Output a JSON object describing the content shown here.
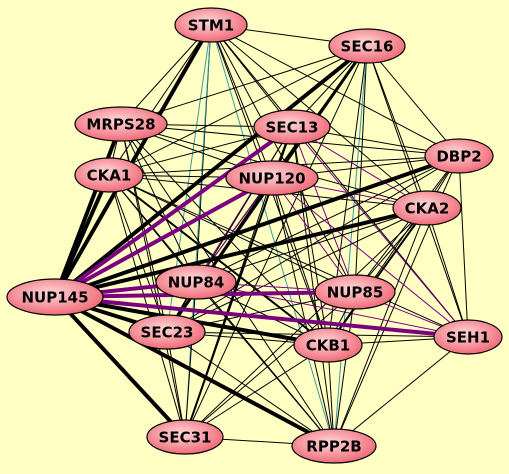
{
  "colors": {
    "background": "#ffffc4",
    "node_fill_light": "#ffd8d8",
    "node_fill_dark": "#f06a78",
    "node_stroke": "#000000",
    "edge_default": "#000000",
    "edge_purple": "#7a0080",
    "edge_teal": "#3a9aa0"
  },
  "nodes": [
    {
      "id": "STM1",
      "label": "STM1"
    },
    {
      "id": "SEC16",
      "label": "SEC16"
    },
    {
      "id": "MRPS28",
      "label": "MRPS28"
    },
    {
      "id": "SEC13",
      "label": "SEC13"
    },
    {
      "id": "DBP2",
      "label": "DBP2"
    },
    {
      "id": "CKA1",
      "label": "CKA1"
    },
    {
      "id": "NUP120",
      "label": "NUP120"
    },
    {
      "id": "CKA2",
      "label": "CKA2"
    },
    {
      "id": "NUP145",
      "label": "NUP145"
    },
    {
      "id": "NUP84",
      "label": "NUP84"
    },
    {
      "id": "NUP85",
      "label": "NUP85"
    },
    {
      "id": "SEC23",
      "label": "SEC23"
    },
    {
      "id": "CKB1",
      "label": "CKB1"
    },
    {
      "id": "SEH1",
      "label": "SEH1"
    },
    {
      "id": "SEC31",
      "label": "SEC31"
    },
    {
      "id": "RPP2B",
      "label": "RPP2B"
    }
  ],
  "edges": [
    [
      "NUP145",
      "STM1",
      "black",
      4
    ],
    [
      "NUP145",
      "SEC16",
      "black",
      4
    ],
    [
      "NUP145",
      "MRPS28",
      "black",
      4
    ],
    [
      "NUP145",
      "CKA1",
      "black",
      4
    ],
    [
      "NUP145",
      "SEC13",
      "purple",
      4
    ],
    [
      "NUP145",
      "NUP120",
      "purple",
      4
    ],
    [
      "NUP145",
      "NUP84",
      "purple",
      4
    ],
    [
      "NUP145",
      "NUP85",
      "purple",
      4
    ],
    [
      "NUP145",
      "SEH1",
      "purple",
      4
    ],
    [
      "NUP145",
      "DBP2",
      "black",
      4
    ],
    [
      "NUP145",
      "CKA2",
      "black",
      4
    ],
    [
      "NUP145",
      "SEC23",
      "black",
      4
    ],
    [
      "NUP145",
      "CKB1",
      "black",
      4
    ],
    [
      "NUP145",
      "SEC31",
      "black",
      4
    ],
    [
      "NUP145",
      "RPP2B",
      "black",
      4
    ],
    [
      "STM1",
      "SEC16",
      "black",
      1
    ],
    [
      "STM1",
      "MRPS28",
      "black",
      1
    ],
    [
      "STM1",
      "SEC13",
      "black",
      1
    ],
    [
      "STM1",
      "DBP2",
      "black",
      1
    ],
    [
      "STM1",
      "CKA1",
      "black",
      1
    ],
    [
      "STM1",
      "NUP120",
      "black",
      1
    ],
    [
      "STM1",
      "CKA2",
      "black",
      1
    ],
    [
      "STM1",
      "NUP84",
      "black",
      1
    ],
    [
      "STM1",
      "NUP85",
      "black",
      1
    ],
    [
      "STM1",
      "SEC23",
      "teal",
      1
    ],
    [
      "STM1",
      "CKB1",
      "black",
      1
    ],
    [
      "STM1",
      "SEH1",
      "black",
      1
    ],
    [
      "STM1",
      "SEC31",
      "teal",
      1
    ],
    [
      "STM1",
      "RPP2B",
      "teal",
      1
    ],
    [
      "SEC16",
      "MRPS28",
      "black",
      1
    ],
    [
      "SEC16",
      "SEC13",
      "black",
      1
    ],
    [
      "SEC16",
      "DBP2",
      "black",
      1
    ],
    [
      "SEC16",
      "CKA1",
      "black",
      1
    ],
    [
      "SEC16",
      "NUP120",
      "black",
      1
    ],
    [
      "SEC16",
      "CKA2",
      "black",
      1
    ],
    [
      "SEC16",
      "NUP84",
      "black",
      1
    ],
    [
      "SEC16",
      "NUP85",
      "black",
      1
    ],
    [
      "SEC16",
      "SEC23",
      "black",
      3
    ],
    [
      "SEC16",
      "CKB1",
      "black",
      1
    ],
    [
      "SEC16",
      "SEH1",
      "black",
      1
    ],
    [
      "SEC16",
      "SEC31",
      "black",
      1
    ],
    [
      "SEC16",
      "RPP2B",
      "teal",
      1
    ],
    [
      "MRPS28",
      "SEC13",
      "black",
      1
    ],
    [
      "MRPS28",
      "DBP2",
      "black",
      1
    ],
    [
      "MRPS28",
      "CKA1",
      "black",
      1
    ],
    [
      "MRPS28",
      "NUP120",
      "black",
      1
    ],
    [
      "MRPS28",
      "CKA2",
      "black",
      1
    ],
    [
      "MRPS28",
      "NUP84",
      "black",
      1
    ],
    [
      "MRPS28",
      "SEC23",
      "black",
      1
    ],
    [
      "MRPS28",
      "CKB1",
      "black",
      1
    ],
    [
      "MRPS28",
      "SEC31",
      "black",
      1
    ],
    [
      "MRPS28",
      "RPP2B",
      "black",
      1
    ],
    [
      "SEC13",
      "DBP2",
      "black",
      1
    ],
    [
      "SEC13",
      "CKA1",
      "black",
      1
    ],
    [
      "SEC13",
      "NUP120",
      "black",
      1
    ],
    [
      "SEC13",
      "CKA2",
      "purple",
      1
    ],
    [
      "SEC13",
      "NUP84",
      "purple",
      1
    ],
    [
      "SEC13",
      "NUP85",
      "purple",
      1
    ],
    [
      "SEC13",
      "SEC23",
      "black",
      1
    ],
    [
      "SEC13",
      "CKB1",
      "black",
      1
    ],
    [
      "SEC13",
      "SEH1",
      "purple",
      1
    ],
    [
      "SEC13",
      "SEC31",
      "black",
      2
    ],
    [
      "SEC13",
      "RPP2B",
      "black",
      1
    ],
    [
      "DBP2",
      "CKA1",
      "black",
      1
    ],
    [
      "DBP2",
      "NUP120",
      "black",
      1
    ],
    [
      "DBP2",
      "CKA2",
      "black",
      1
    ],
    [
      "DBP2",
      "NUP84",
      "black",
      1
    ],
    [
      "DBP2",
      "NUP85",
      "black",
      1
    ],
    [
      "DBP2",
      "SEC23",
      "black",
      1
    ],
    [
      "DBP2",
      "CKB1",
      "black",
      1
    ],
    [
      "DBP2",
      "SEH1",
      "black",
      1
    ],
    [
      "DBP2",
      "RPP2B",
      "black",
      1
    ],
    [
      "CKA1",
      "NUP120",
      "black",
      1
    ],
    [
      "CKA1",
      "CKA2",
      "black",
      1
    ],
    [
      "CKA1",
      "NUP84",
      "black",
      1
    ],
    [
      "CKA1",
      "NUP85",
      "black",
      1
    ],
    [
      "CKA1",
      "SEC23",
      "black",
      1
    ],
    [
      "CKA1",
      "CKB1",
      "black",
      2
    ],
    [
      "CKA1",
      "SEH1",
      "black",
      1
    ],
    [
      "CKA1",
      "SEC31",
      "black",
      1
    ],
    [
      "CKA1",
      "RPP2B",
      "black",
      1
    ],
    [
      "NUP120",
      "CKA2",
      "purple",
      1
    ],
    [
      "NUP120",
      "NUP84",
      "purple",
      1
    ],
    [
      "NUP120",
      "NUP85",
      "purple",
      1
    ],
    [
      "NUP120",
      "SEC23",
      "black",
      1
    ],
    [
      "NUP120",
      "CKB1",
      "black",
      1
    ],
    [
      "NUP120",
      "SEH1",
      "purple",
      1
    ],
    [
      "NUP120",
      "SEC31",
      "black",
      1
    ],
    [
      "NUP120",
      "RPP2B",
      "black",
      1
    ],
    [
      "CKA2",
      "NUP84",
      "black",
      1
    ],
    [
      "CKA2",
      "NUP85",
      "black",
      1
    ],
    [
      "CKA2",
      "SEC23",
      "black",
      1
    ],
    [
      "CKA2",
      "CKB1",
      "black",
      2
    ],
    [
      "CKA2",
      "SEH1",
      "black",
      1
    ],
    [
      "CKA2",
      "SEC31",
      "black",
      1
    ],
    [
      "CKA2",
      "RPP2B",
      "black",
      1
    ],
    [
      "NUP84",
      "NUP85",
      "purple",
      1
    ],
    [
      "NUP84",
      "SEC23",
      "black",
      1
    ],
    [
      "NUP84",
      "CKB1",
      "black",
      1
    ],
    [
      "NUP84",
      "SEH1",
      "purple",
      1
    ],
    [
      "NUP84",
      "SEC31",
      "black",
      1
    ],
    [
      "NUP84",
      "RPP2B",
      "black",
      1
    ],
    [
      "NUP85",
      "SEC23",
      "black",
      1
    ],
    [
      "NUP85",
      "CKB1",
      "black",
      1
    ],
    [
      "NUP85",
      "SEH1",
      "purple",
      1
    ],
    [
      "NUP85",
      "SEC31",
      "black",
      1
    ],
    [
      "NUP85",
      "RPP2B",
      "black",
      1
    ],
    [
      "SEC23",
      "CKB1",
      "black",
      1
    ],
    [
      "SEC23",
      "SEH1",
      "black",
      1
    ],
    [
      "SEC23",
      "SEC31",
      "black",
      1
    ],
    [
      "SEC23",
      "RPP2B",
      "black",
      1
    ],
    [
      "CKB1",
      "SEH1",
      "black",
      1
    ],
    [
      "CKB1",
      "SEC31",
      "black",
      1
    ],
    [
      "CKB1",
      "RPP2B",
      "black",
      1
    ],
    [
      "SEH1",
      "RPP2B",
      "black",
      1
    ],
    [
      "SEC31",
      "RPP2B",
      "black",
      1
    ]
  ]
}
